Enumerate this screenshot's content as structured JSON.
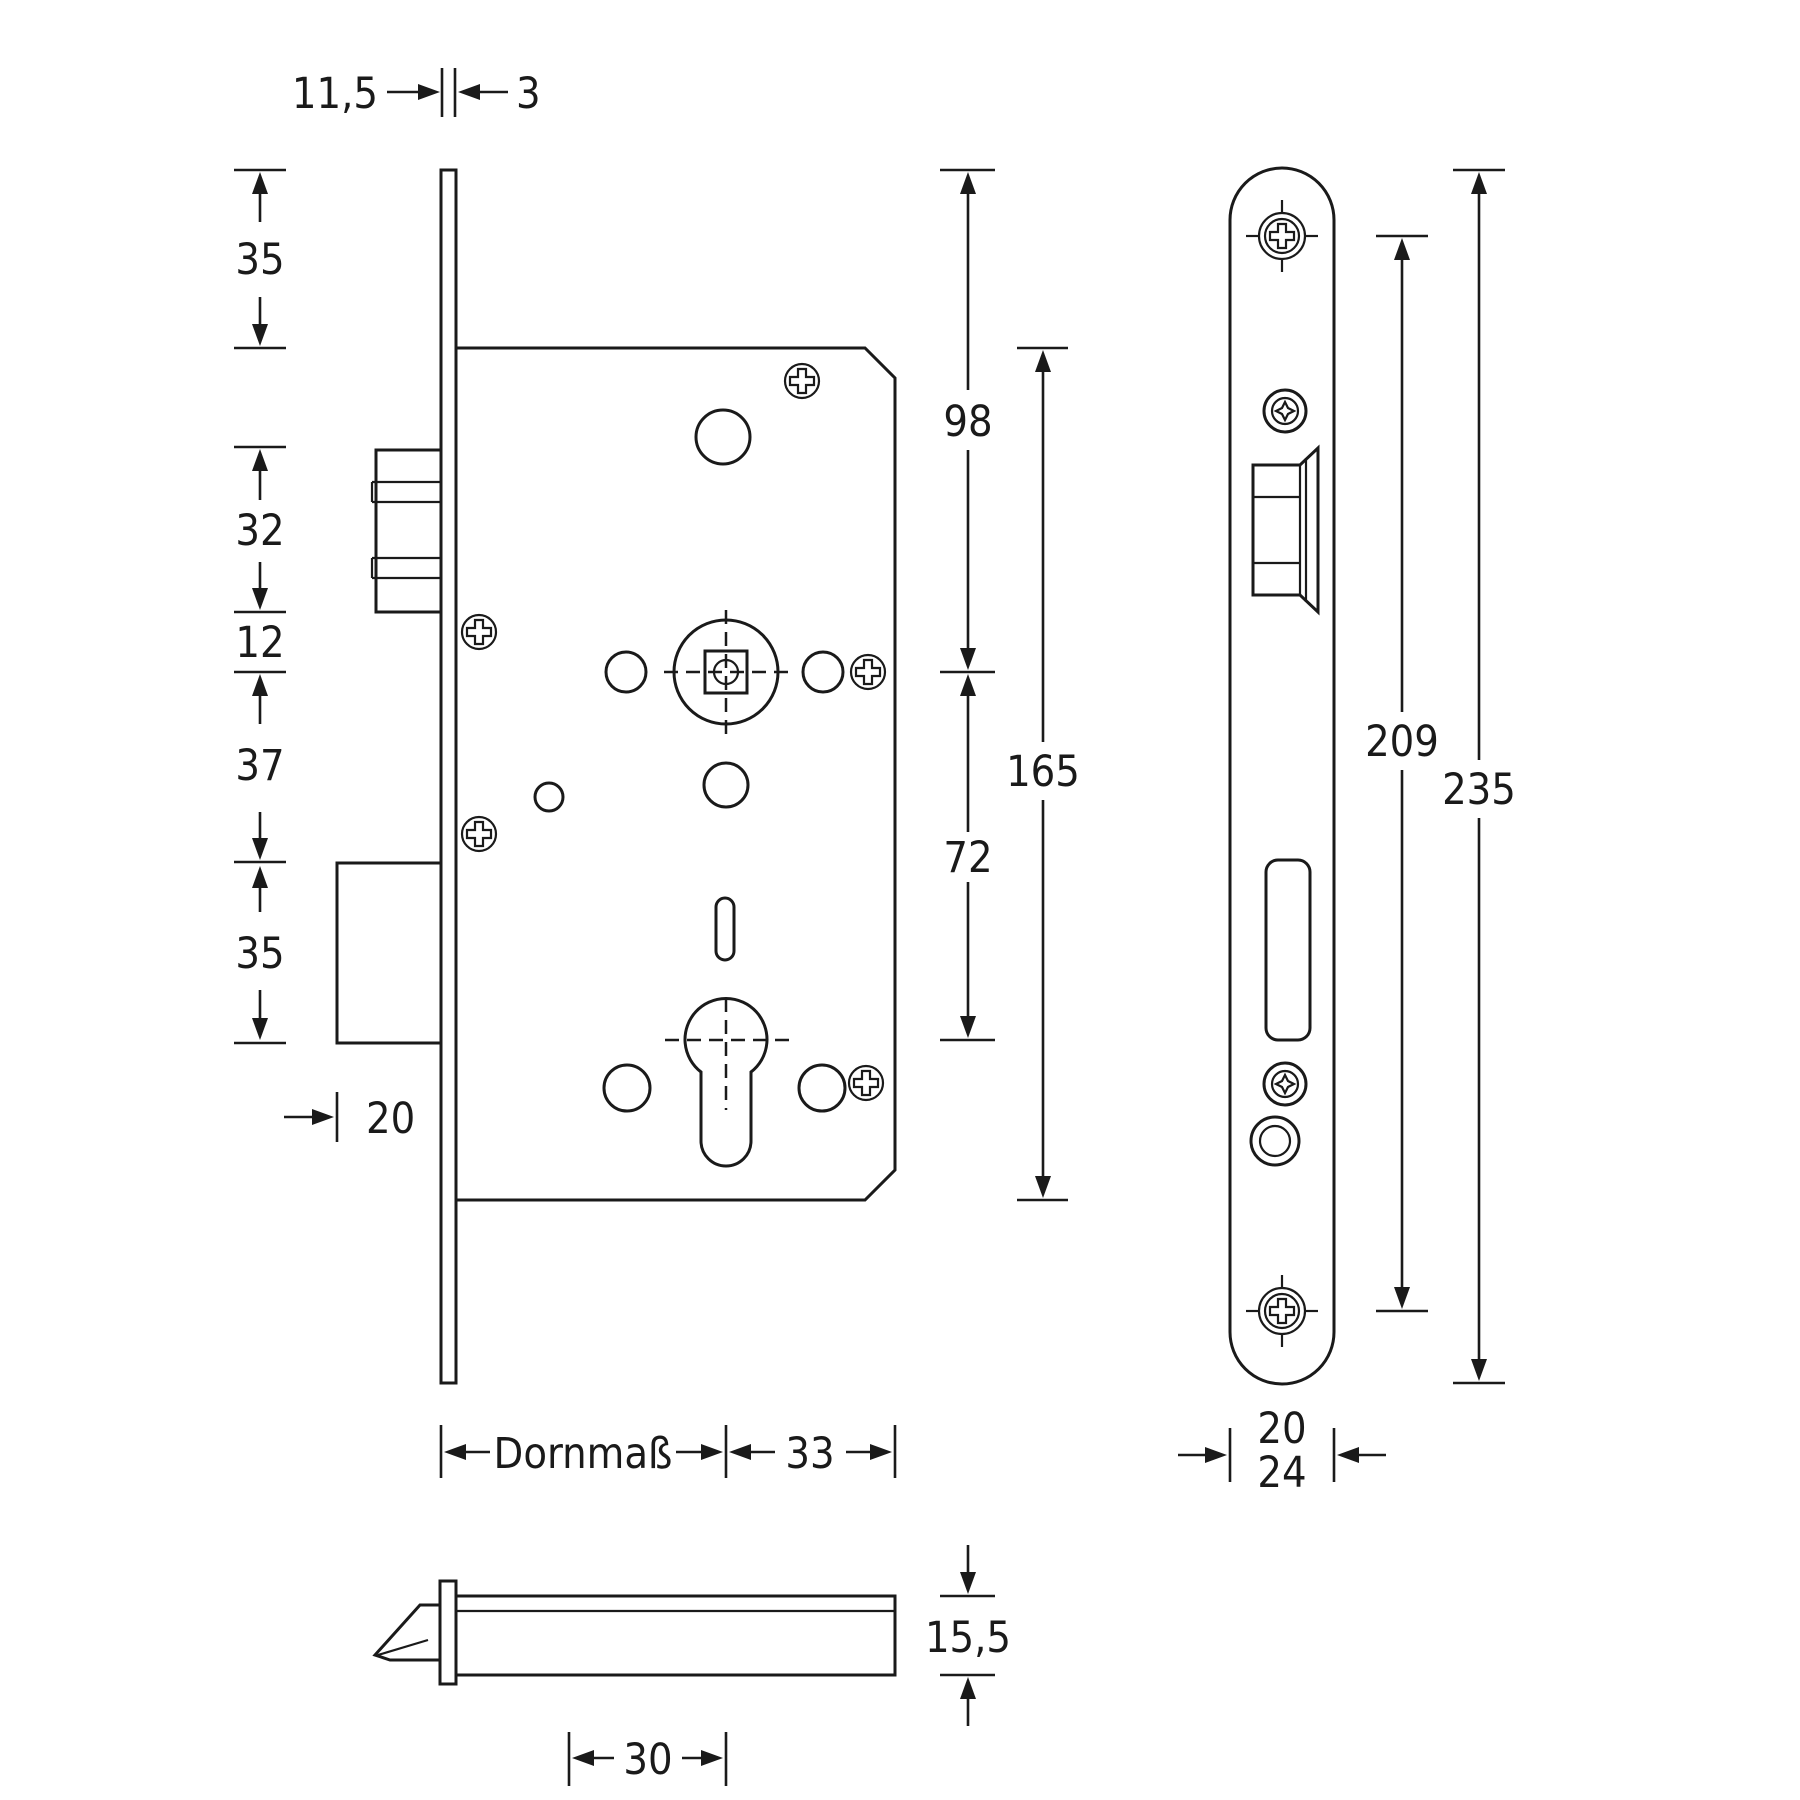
{
  "colors": {
    "ink": "#1a1a1a",
    "background": "#ffffff"
  },
  "dimensions": {
    "front_thickness_a": "11,5",
    "front_thickness_b": "3",
    "left_top_offset": "35",
    "latch_height": "32",
    "latch_gap": "12",
    "latch_to_bolt": "37",
    "bolt_height": "35",
    "bolt_throw": "20",
    "backset_label": "Dornmaß",
    "backset_depth": "33",
    "top_to_follower": "98",
    "follower_to_cylinder": "72",
    "case_height": "165",
    "screw_spacing": "209",
    "faceplate_length": "235",
    "faceplate_width_a": "20",
    "faceplate_width_b": "24",
    "case_thickness": "15,5",
    "latch_projection": "30"
  }
}
